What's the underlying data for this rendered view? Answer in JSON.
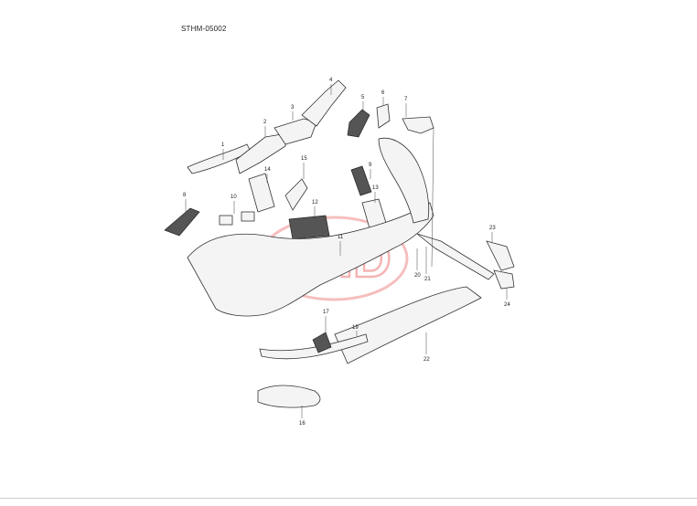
{
  "diagram": {
    "code": "STHM-05002",
    "watermark": "RHD",
    "callouts": [
      "1",
      "2",
      "3",
      "4",
      "5",
      "6",
      "7",
      "8",
      "9",
      "10",
      "11",
      "12",
      "13",
      "14",
      "15",
      "16",
      "17",
      "18",
      "19",
      "20",
      "21",
      "22",
      "23",
      "24"
    ],
    "colors": {
      "line": "#333333",
      "watermark": "#e88888",
      "fill": "#f4f4f4"
    }
  }
}
